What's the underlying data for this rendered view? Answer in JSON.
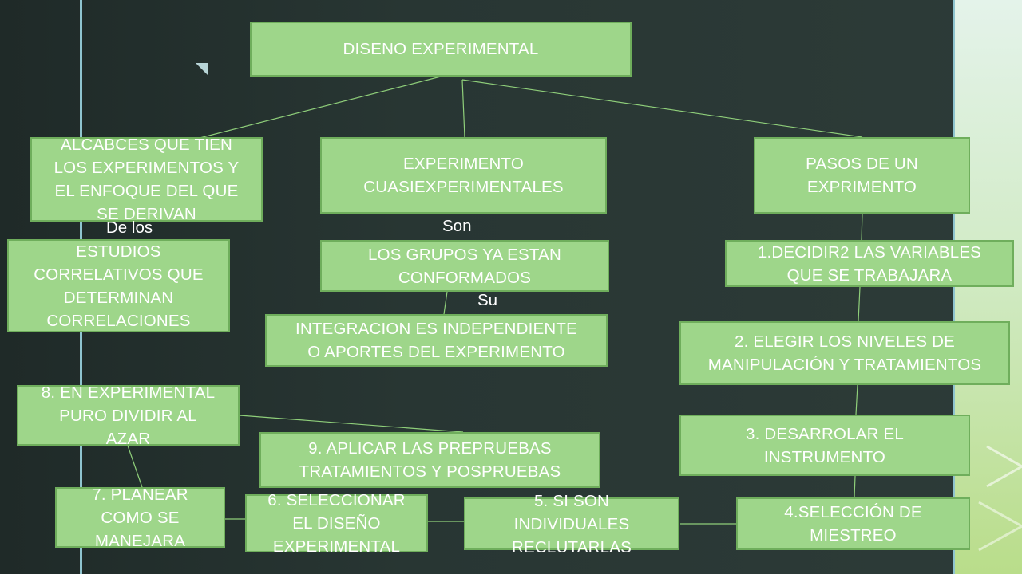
{
  "diagram": {
    "root": "DISENO EXPERIMENTAL",
    "branch_scope": "ALCABCES QUE TIEN\nLOS EXPERIMENTOS Y\nEL ENFOQUE DEL QUE\nSE DERIVAN",
    "branch_quasi": "EXPERIMENTO\nCUASIEXPERIMENTALES",
    "branch_steps": "PASOS DE  UN\nEXPRIMENTO",
    "correlational": "ESTUDIOS\nCORRELATIVOS QUE\nDETERMINAN\nCORRELACIONES",
    "groups": "LOS GRUPOS YA ESTAN\nCONFORMADOS",
    "integration": "INTEGRACION ES INDEPENDIENTE\nO APORTES DEL EXPERIMENTO",
    "step1": "1.DECIDIR2 LAS VARIABLES\nQUE SE TRABAJARA",
    "step2": "2. ELEGIR LOS NIVELES DE\nMANIPULACIÓN Y TRATAMIENTOS",
    "step3": "3. DESARROLAR EL\nINSTRUMENTO",
    "step4": "4.SELECCIÓN DE\nMIESTREO",
    "step5": "5. SI SON\nINDIVIDUALES\nRECLUTARLAS",
    "step6": "6. SELECCIONAR\nEL DISEÑO\nEXPERIMENTAL",
    "step7": "7. PLANEAR\nCOMO SE\nMANEJARA",
    "step8": "8. EN EXPERIMENTAL\nPURO DIVIDIR AL\nAZAR",
    "step9": "9. APLICAR LAS PREPRUEBAS\nTRATAMIENTOS Y POSPRUEBAS",
    "label_delos": "De los",
    "label_son": "Son",
    "label_su": "Su"
  },
  "colors": {
    "node_fill": "#9ed68a",
    "node_border": "#6fae5c",
    "connector": "#8fcf7a",
    "background": "#283633"
  }
}
